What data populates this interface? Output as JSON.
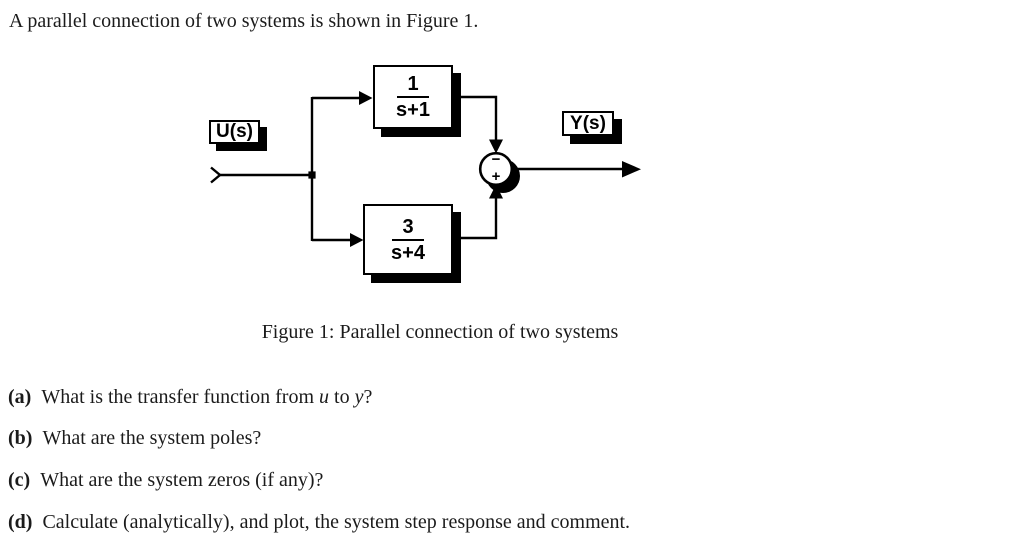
{
  "page": {
    "intro": "A parallel connection of two systems is shown in Figure 1."
  },
  "figure": {
    "caption": "Figure 1: Parallel connection of two systems",
    "input_label": "U(s)",
    "output_label": "Y(s)",
    "block_top": {
      "numerator": "1",
      "denominator": "s+1"
    },
    "block_bottom": {
      "numerator": "3",
      "denominator": "s+4"
    },
    "sum_junction": {
      "top_sign": "−",
      "bottom_sign": "+"
    },
    "colors": {
      "ink": "#000000",
      "paper": "#ffffff"
    }
  },
  "questions": {
    "items": [
      {
        "label": "(a)",
        "text1": "What is the transfer function from ",
        "math1": "u",
        "text2": " to ",
        "math2": "y",
        "text3": "?"
      },
      {
        "label": "(b)",
        "text1": "What are the system poles?"
      },
      {
        "label": "(c)",
        "text1": "What are the system zeros (if any)?"
      },
      {
        "label": "(d)",
        "text1": "Calculate (analytically), and plot, the system step response and comment."
      }
    ]
  }
}
